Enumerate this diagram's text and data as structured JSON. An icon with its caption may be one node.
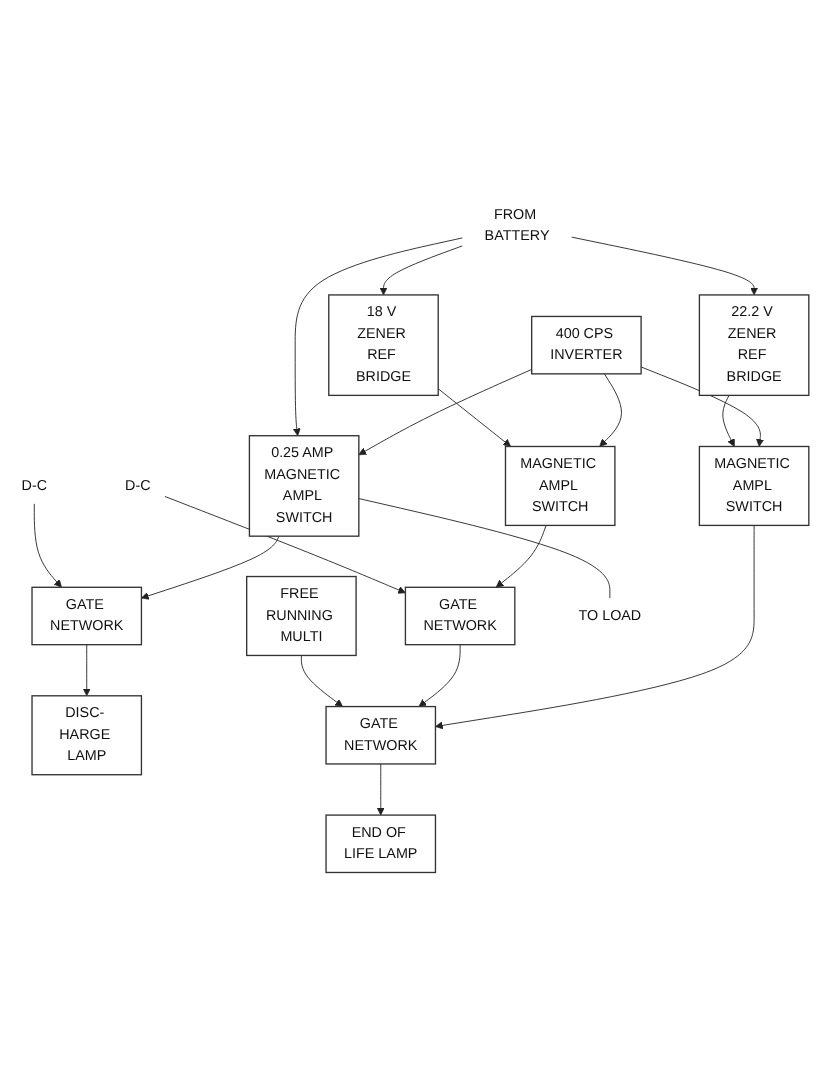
{
  "diagram": {
    "nodes": [
      {
        "text": [
          "400 CPS INVERTER"
        ]
      },
      {
        "text": [
          "22.2 V ZENER REF BRIDGE"
        ]
      },
      {
        "text": [
          "18 V ZENER REF BRIDGE"
        ]
      },
      {
        "text": [
          "FROM BATTERY"
        ]
      },
      {
        "text": [
          "0.25 AMP MAGNETIC AMPL SWITCH"
        ]
      },
      {
        "text": [
          "MAGNETIC AMPL SWITCH"
        ]
      },
      {
        "text": [
          "MAGNETIC AMPL SWITCH"
        ]
      },
      {
        "text": [
          "TO LOAD"
        ]
      },
      {
        "text": [
          "D-C"
        ]
      },
      {
        "text": [
          "GATE NETWORK"
        ]
      },
      {
        "text": [
          "GATE NETWORK"
        ]
      },
      {
        "text": [
          "GATE NETWORK"
        ]
      },
      {
        "text": [
          "D-C"
        ]
      },
      {
        "text": [
          "DISC- HARGE LAMP"
        ]
      },
      {
        "text": [
          "FREE RUNNING MULTI"
        ]
      },
      {
        "text": [
          "END OF LIFE LAMP"
        ]
      }
    ],
    "edges": [
      {
        "from": 0,
        "to": 4,
        "arrow": "to"
      },
      {
        "from": 0,
        "to": 5,
        "arrow": "to"
      },
      {
        "from": 0,
        "to": 6,
        "arrow": "to"
      },
      {
        "from": 3,
        "to": 1,
        "arrow": "to"
      },
      {
        "from": 3,
        "to": 2,
        "arrow": "to"
      },
      {
        "from": 3,
        "to": 4,
        "arrow": "to"
      },
      {
        "from": 1,
        "to": 5,
        "arrow": "to"
      },
      {
        "from": 2,
        "to": 6,
        "arrow": "to"
      },
      {
        "from": 4,
        "to": 7,
        "arrow": "none"
      },
      {
        "from": 4,
        "to": 9,
        "arrow": "to"
      },
      {
        "from": 5,
        "to": 10,
        "arrow": "to"
      },
      {
        "from": 6,
        "to": 11,
        "arrow": "to"
      },
      {
        "from": 8,
        "to": 11,
        "arrow": "to"
      },
      {
        "from": 11,
        "to": 10,
        "arrow": "to"
      },
      {
        "from": 12,
        "to": 9,
        "arrow": "to"
      },
      {
        "from": 9,
        "to": 13,
        "arrow": "to"
      },
      {
        "from": 14,
        "to": 10,
        "arrow": "to"
      },
      {
        "from": 10,
        "to": 15,
        "arrow": "to"
      }
    ]
  }
}
